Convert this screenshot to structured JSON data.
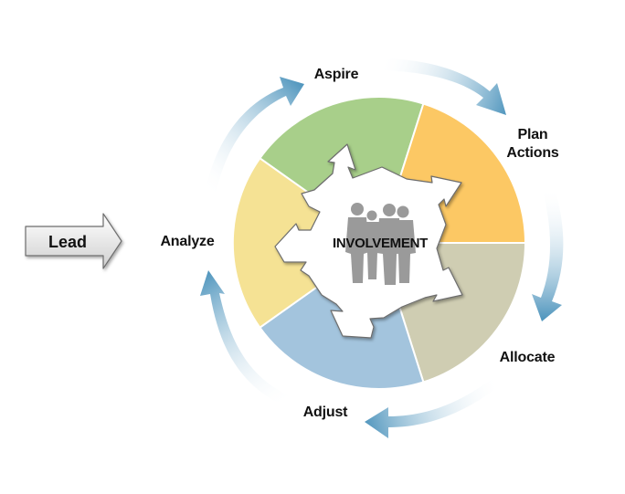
{
  "lead": {
    "label": "Lead"
  },
  "center": {
    "label": "INVOLVEMENT"
  },
  "stages": [
    {
      "label": "Aspire",
      "color": "#a8cf8a"
    },
    {
      "label_line1": "Plan",
      "label_line2": "Actions",
      "color": "#fcc864"
    },
    {
      "label": "Allocate",
      "color": "#cfcdb2"
    },
    {
      "label": "Adjust",
      "color": "#a3c4dd"
    },
    {
      "label": "Analyze",
      "color": "#f5e294"
    }
  ],
  "colors": {
    "cycle_arrow": "#4f95bd",
    "center_hub": "#ffffff",
    "people_silhouette": "#9a9a9a"
  },
  "icons": [
    "cycle-arrow",
    "people-silhouette-icon",
    "outward-arrow",
    "lead-arrow"
  ]
}
